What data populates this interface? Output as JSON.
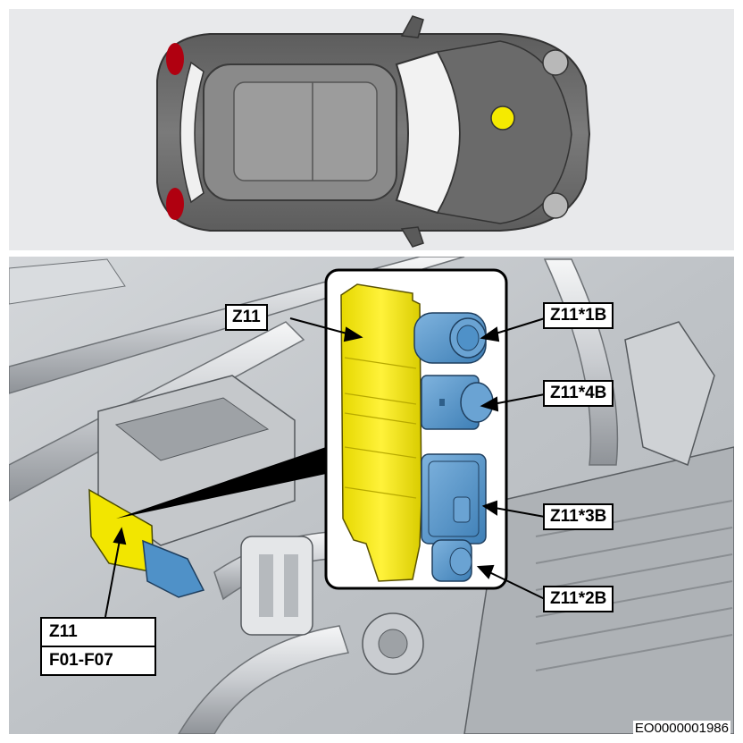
{
  "vehicle_top_view": {
    "locator_marker_color": "#f5ea00",
    "body_color": "#6e6e6e",
    "glass_color": "#f2f2f2"
  },
  "engine_bay": {
    "module_color": "#f2e600",
    "connector_color": "#4f91c8"
  },
  "callouts": {
    "z11_detail": "Z11",
    "z11_1b": "Z11*1B",
    "z11_4b": "Z11*4B",
    "z11_3b": "Z11*3B",
    "z11_2b": "Z11*2B",
    "z11_bay": "Z11",
    "fuses": "F01-F07"
  },
  "document_id": "EO0000001986"
}
